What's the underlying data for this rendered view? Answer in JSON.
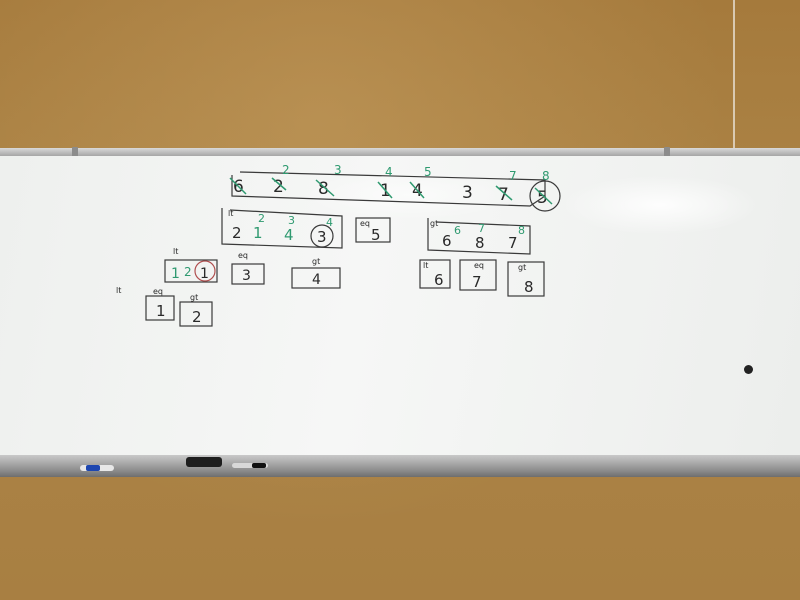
{
  "top_row": {
    "indices": [
      "2",
      "3",
      "4",
      "5",
      "7",
      "8"
    ],
    "values": [
      "6",
      "2",
      "8",
      "1",
      "4",
      "3",
      "7",
      "5"
    ]
  },
  "second_row": {
    "group_left": {
      "label": "lt",
      "values": [
        "2",
        "1",
        "4",
        "3"
      ],
      "marks": [
        "2",
        "3",
        "4"
      ]
    },
    "group_mid": {
      "label": "eq",
      "value": "5"
    },
    "group_right": {
      "label": "gt",
      "values": [
        "6",
        "8",
        "7"
      ],
      "marks": [
        "6",
        "7",
        "8"
      ]
    }
  },
  "third_row": {
    "lt_box": {
      "label": "lt",
      "values": [
        "1",
        "2",
        "1"
      ]
    },
    "eq_box": {
      "label": "eq",
      "value": "3"
    },
    "gt_box": {
      "label": "gt",
      "value": "4"
    },
    "lt6": {
      "label": "lt",
      "value": "6"
    },
    "eq7": {
      "label": "eq",
      "value": "7"
    },
    "gt8": {
      "label": "gt",
      "value": "8"
    }
  },
  "fourth_row": {
    "side_label": "lt",
    "eq_box": {
      "label": "eq",
      "value": "1"
    },
    "gt_box": {
      "label": "gt",
      "value": "2"
    }
  },
  "colors": {
    "board": "#f3f4f3",
    "wall": "#a87f42",
    "ink_black": "#2a2a2a",
    "ink_green": "#2f9a70"
  }
}
